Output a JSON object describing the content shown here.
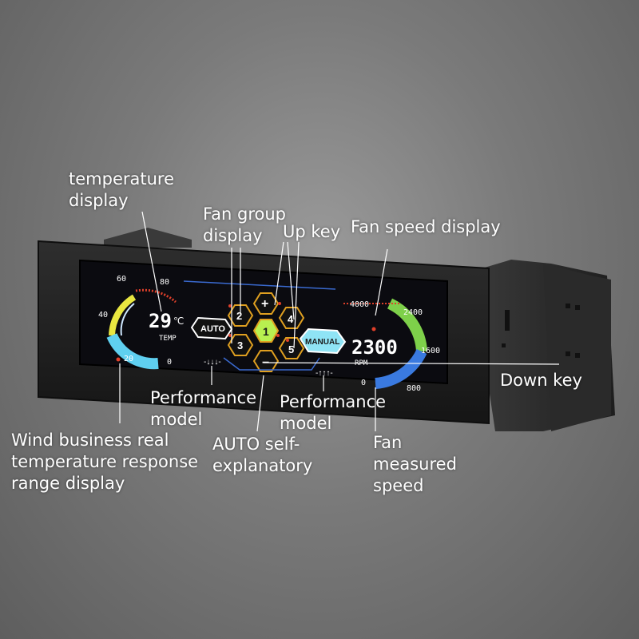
{
  "device": {
    "gauge_temp_ticks": [
      "60",
      "80",
      "40",
      "20",
      "0"
    ],
    "temp_value": "29",
    "temp_unit": "℃",
    "temp_label": "TEMP",
    "auto_label": "AUTO",
    "manual_label": "MANUAL",
    "up_symbol": "+",
    "down_symbol": "−",
    "hex_numbers": [
      "2",
      "1",
      "4",
      "3",
      "5"
    ],
    "rpm_value": "2300",
    "rpm_label": "RPM",
    "gauge_rpm_ticks": [
      "4000",
      "2400",
      "1600",
      "800",
      "0"
    ],
    "colors": {
      "lcd_background": "#0b0b10",
      "gauge_yellow": "#e8e640",
      "gauge_cyan": "#5fd0f0",
      "gauge_green": "#7ed04a",
      "accent_red": "#e0402a",
      "hex_orange": "#e0a020",
      "center_hex_green": "#b8f050"
    }
  },
  "annotations": {
    "temperature_display": [
      "temperature",
      "display"
    ],
    "fan_group_display": [
      "Fan group",
      "display"
    ],
    "up_key": "Up key",
    "fan_speed_display": "Fan speed display",
    "down_key": "Down key",
    "performance_model_left": [
      "Performance",
      "model"
    ],
    "performance_model_right": [
      "Performance",
      "model"
    ],
    "wind_business": [
      "Wind business real",
      "temperature response",
      "range display"
    ],
    "auto_self": [
      "AUTO self-",
      "explanatory"
    ],
    "fan_measured_speed": [
      "Fan",
      "measured",
      "speed"
    ]
  }
}
